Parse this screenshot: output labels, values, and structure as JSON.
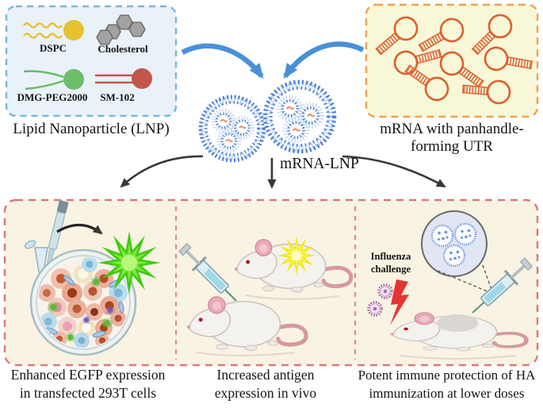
{
  "lnp_box": {
    "title": "Lipid Nanoparticle (LNP)",
    "components": [
      {
        "label": "DSPC",
        "color": "#e6c233"
      },
      {
        "label": "Cholesterol",
        "color": "#a2a2a2"
      },
      {
        "label": "DMG-PEG2000",
        "color": "#6dbd6b"
      },
      {
        "label": "SM-102",
        "color": "#c3574e"
      }
    ]
  },
  "mrna_box": {
    "title_line1": "mRNA with panhandle-",
    "title_line2": "forming UTR",
    "strand_count": 8,
    "strand_color": "#dd5f2e"
  },
  "center": {
    "product_label": "mRNA-LNP",
    "particle_count": 2
  },
  "bottom_panels": [
    {
      "caption_line1": "Enhanced EGFP expression",
      "caption_line2": "in transfected 293T cells"
    },
    {
      "caption_line1": "Increased antigen",
      "caption_line2": "expression in vivo"
    },
    {
      "caption_line1": "Potent immune protection of HA",
      "caption_line2": "immunization at lower doses",
      "annotation_line1": "Influenza",
      "annotation_line2": "challenge"
    }
  ],
  "colors": {
    "lnp_box_bg": "#e9f2f8",
    "lnp_box_border": "#79b7d9",
    "mrna_box_bg": "#f8f8d8",
    "mrna_box_border": "#eea34f",
    "bottom_panel_bg": "#f8f3e2",
    "bottom_panel_border": "#d87a7a",
    "merge_arrow_blue": "#4a90d8",
    "flow_arrow_dark": "#383838",
    "lnp_particle_blue": "#4b7fd6",
    "egfp_green": "#46d312",
    "antigen_yellow": "#f0ea12",
    "lightning_red": "#e53434",
    "virus_purple": "#9a56a8",
    "mouse_ear_pink": "#e9a9b6",
    "text_black": "#141414"
  }
}
